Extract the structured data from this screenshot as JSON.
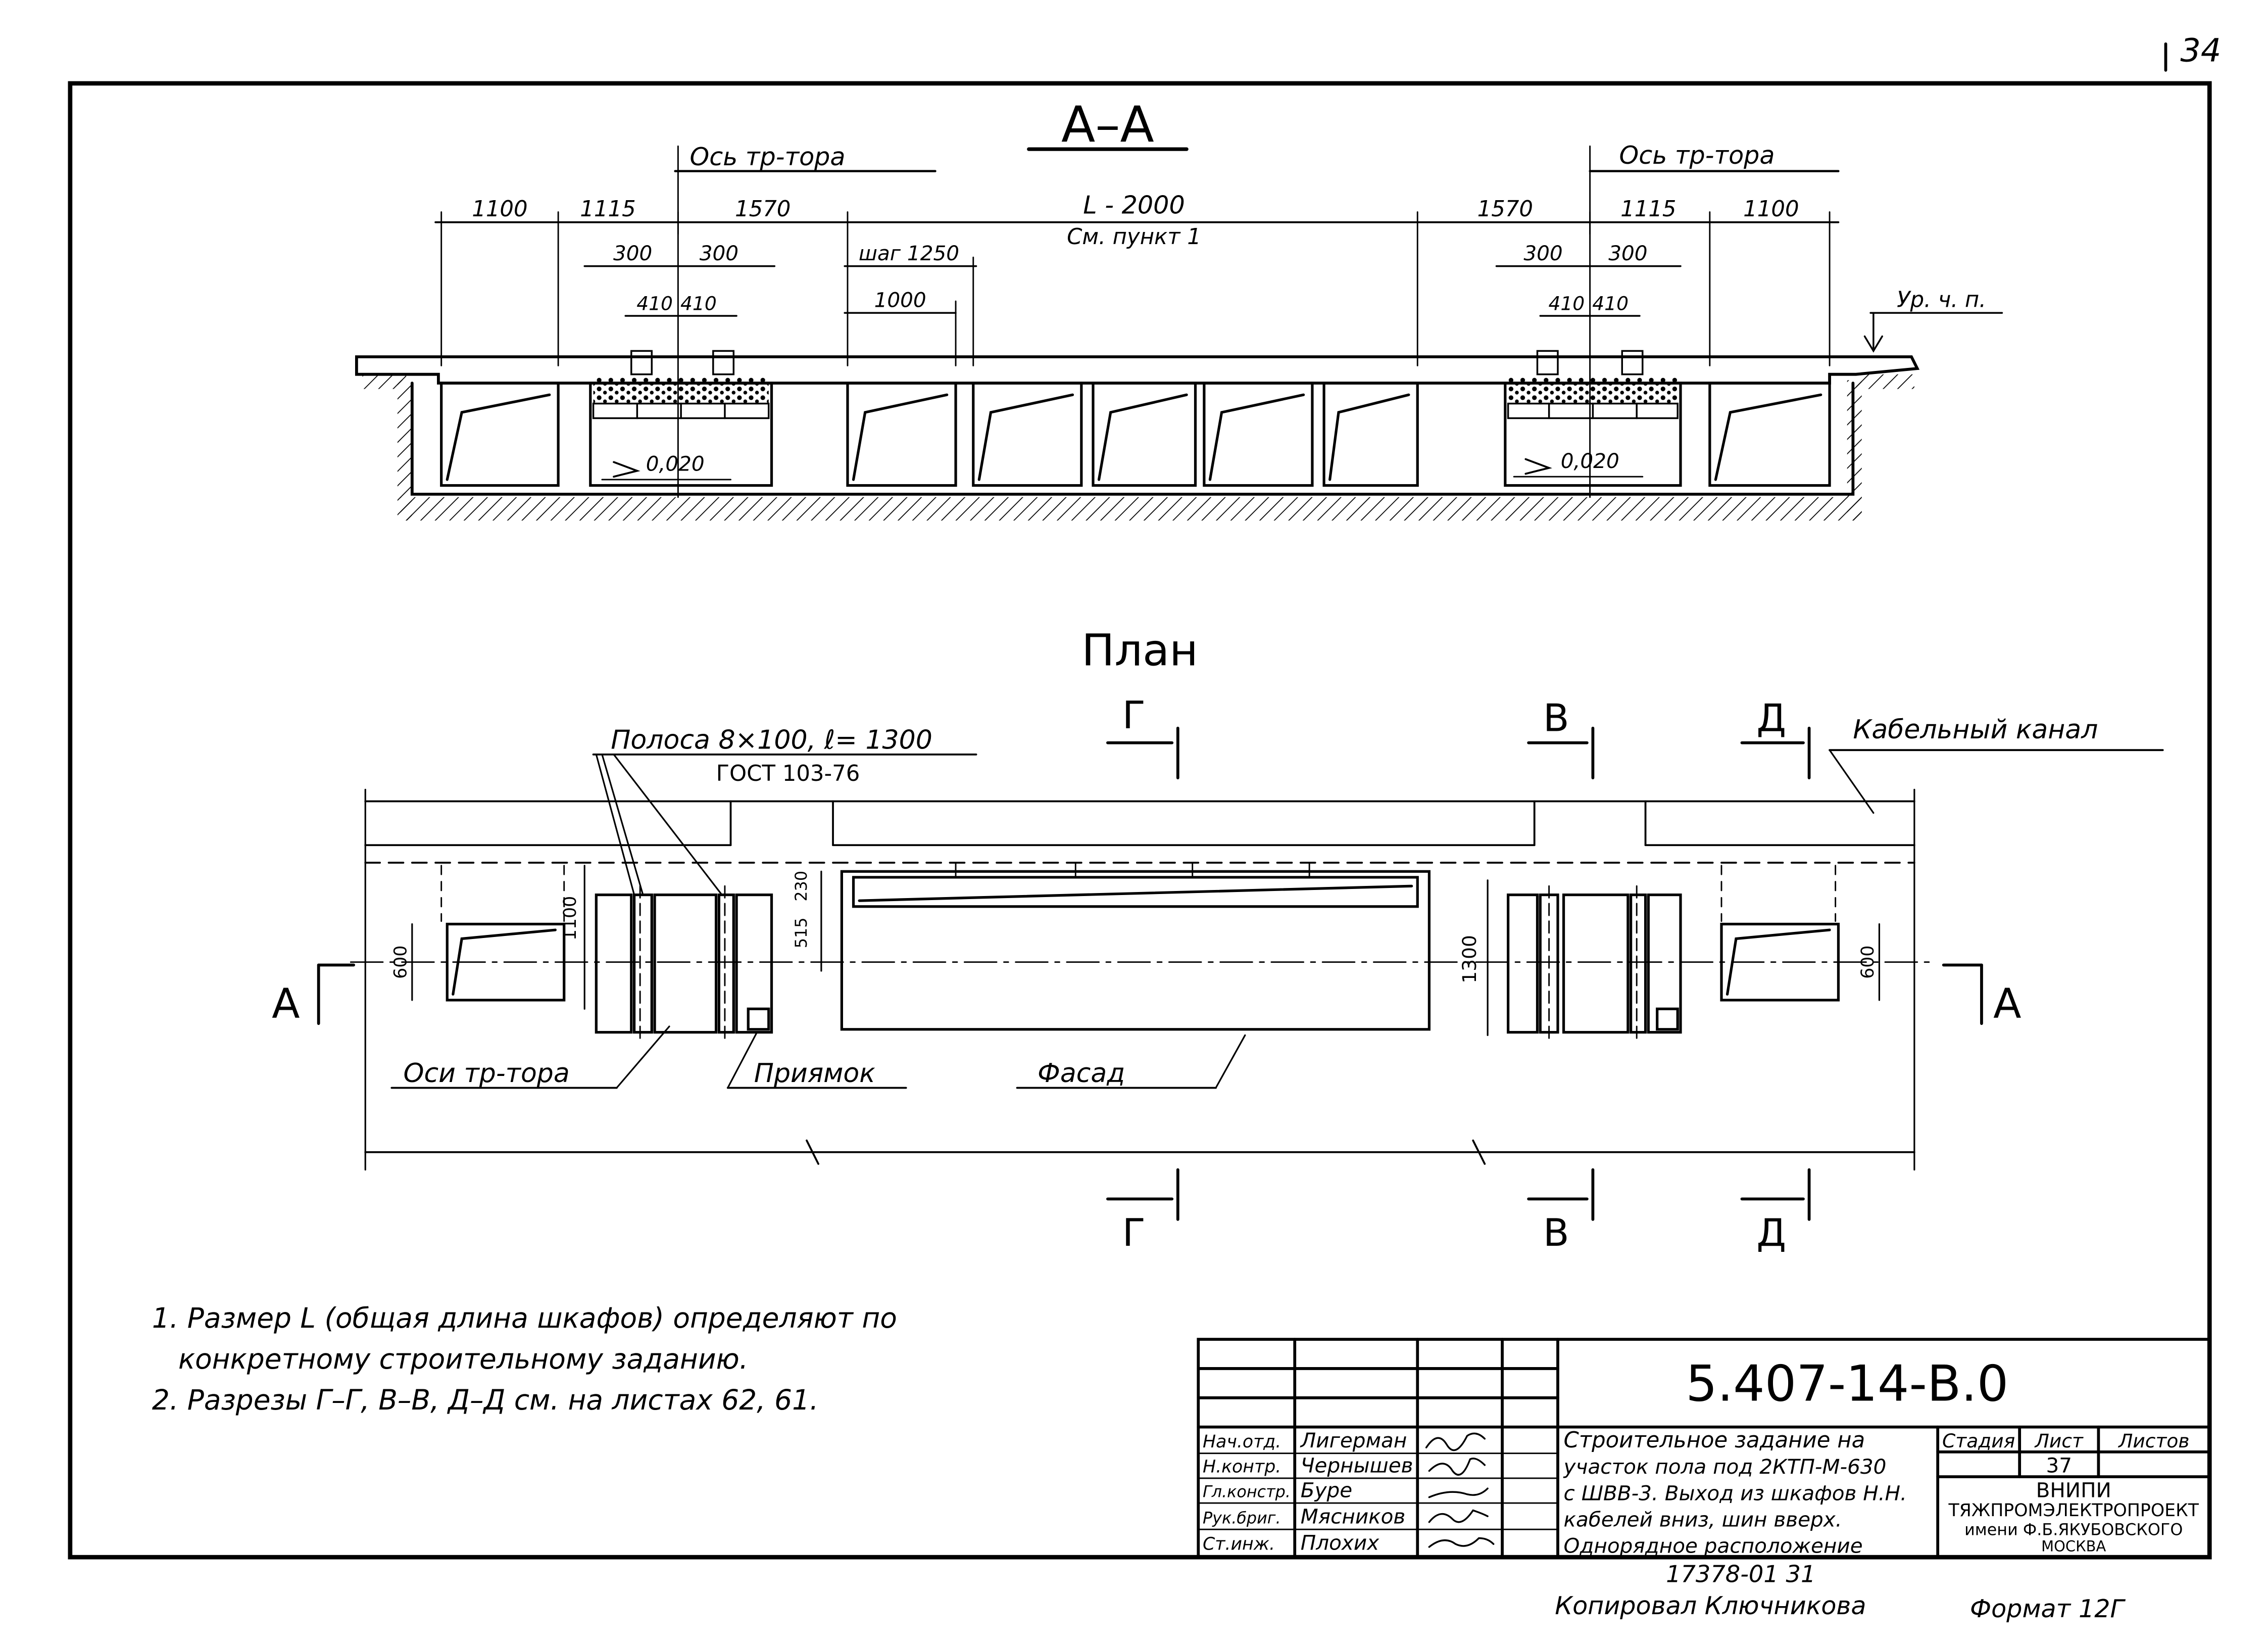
{
  "sheet_number": "34",
  "section": {
    "title": "А–А",
    "axis_label_left": "Ось тр-тора",
    "axis_label_right": "Ось тр-тора",
    "dims": {
      "d1100_left": "1100",
      "d1115_left": "1115",
      "d1570_left": "1570",
      "d_center": "L - 2000",
      "d_center_note": "См. пункт 1",
      "d1570_right": "1570",
      "d1115_right": "1115",
      "d1100_right": "1100",
      "d300_a": "300",
      "d300_b": "300",
      "d300_c": "300",
      "d300_d": "300",
      "d410_a": "410",
      "d410_b": "410",
      "d410_c": "410",
      "d410_d": "410",
      "step": "шаг 1250",
      "d1000": "1000"
    },
    "floor_level": "Ур. ч. п.",
    "slope_left": "0,020",
    "slope_right": "0,020"
  },
  "plan": {
    "title": "План",
    "strip_label": "Полоса 8×100, ℓ= 1300",
    "strip_standard": "ГОСТ 103-76",
    "cable_channel": "Кабельный канал",
    "axes_label": "Оси тр-тора",
    "pit_label": "Приямок",
    "facade_label": "Фасад",
    "cut_G": "Г",
    "cut_V": "В",
    "cut_D": "Д",
    "cut_A": "А",
    "dims": {
      "d600_left": "600",
      "d1100": "1100",
      "d515": "515",
      "d230": "230",
      "d1300": "1300",
      "d600_right": "600"
    }
  },
  "notes": {
    "line1a": "1. Размер L (общая длина шкафов) определяют по",
    "line1b": "конкретному строительному заданию.",
    "line2": "2. Разрезы Г–Г, В–В, Д–Д см. на листах 62, 61."
  },
  "title_block": {
    "doc_code": "5.407-14-В.0",
    "roles": [
      "Нач.отд.",
      "Н.контр.",
      "Гл.констр.",
      "Рук.бриг.",
      "Ст.инж."
    ],
    "names": [
      "Лигерман",
      "Чернышев",
      "Буре",
      "Мясников",
      "Плохих"
    ],
    "description": [
      "Строительное задание на",
      "участок пола под 2КТП-М-630",
      "с ШВВ-3. Выход из шкафов Н.Н.",
      "кабелей вниз, шин вверх.",
      "Однорядное расположение"
    ],
    "stage_header": "Стадия",
    "sheet_header": "Лист",
    "sheets_header": "Листов",
    "sheet_value": "37",
    "org_line1": "ВНИПИ",
    "org_line2": "ТЯЖПРОМЭЛЕКТРОПРОЕКТ",
    "org_line3": "имени Ф.Б.ЯКУБОВСКОГО",
    "org_line4": "МОСКВА"
  },
  "footer": {
    "inventory": "17378-01   31",
    "copied_by": "Копировал Ключникова",
    "format": "Формат 12Г"
  }
}
